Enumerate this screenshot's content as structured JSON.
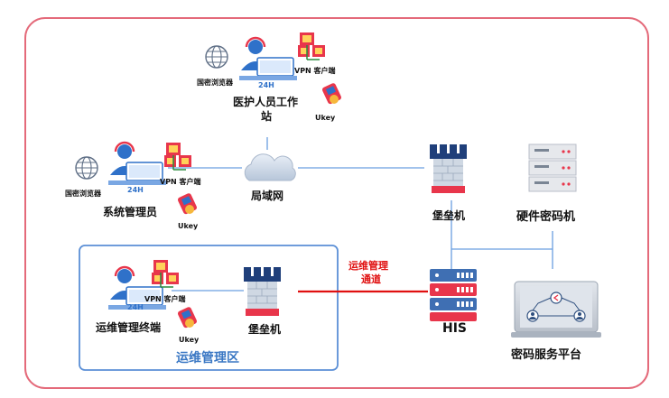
{
  "workstation": {
    "browser_label": "国密浏览器",
    "vpn_label": "VPN 客户端",
    "title_line1": "医护人员工作",
    "title_line2": "站",
    "ukey_label": "Ukey",
    "screen_badge": "24H"
  },
  "admin": {
    "browser_label": "国密浏览器",
    "vpn_label": "VPN 客户端",
    "title": "系统管理员",
    "ukey_label": "Ukey",
    "screen_badge": "24H"
  },
  "network": {
    "cloud_label": "局域网"
  },
  "bastion_top": {
    "label": "堡垒机"
  },
  "hsm": {
    "label": "硬件密码机"
  },
  "ops_zone": {
    "zone_label": "运维管理区",
    "terminal_title": "运维管理终端",
    "vpn_label": "VPN 客户端",
    "ukey_label": "Ukey",
    "bastion_label": "堡垒机",
    "screen_badge": "24H"
  },
  "channel": {
    "line1": "运维管理",
    "line2": "通道"
  },
  "his": {
    "label": "HIS"
  },
  "platform": {
    "label": "密码服务平台"
  },
  "colors": {
    "outer_border": "#e46a7a",
    "zone_border": "#5b8fd6",
    "link_blue": "#6a9fe0",
    "channel_red": "#e01010",
    "server_red": "#e8364b",
    "server_blue": "#3f6fb3"
  }
}
